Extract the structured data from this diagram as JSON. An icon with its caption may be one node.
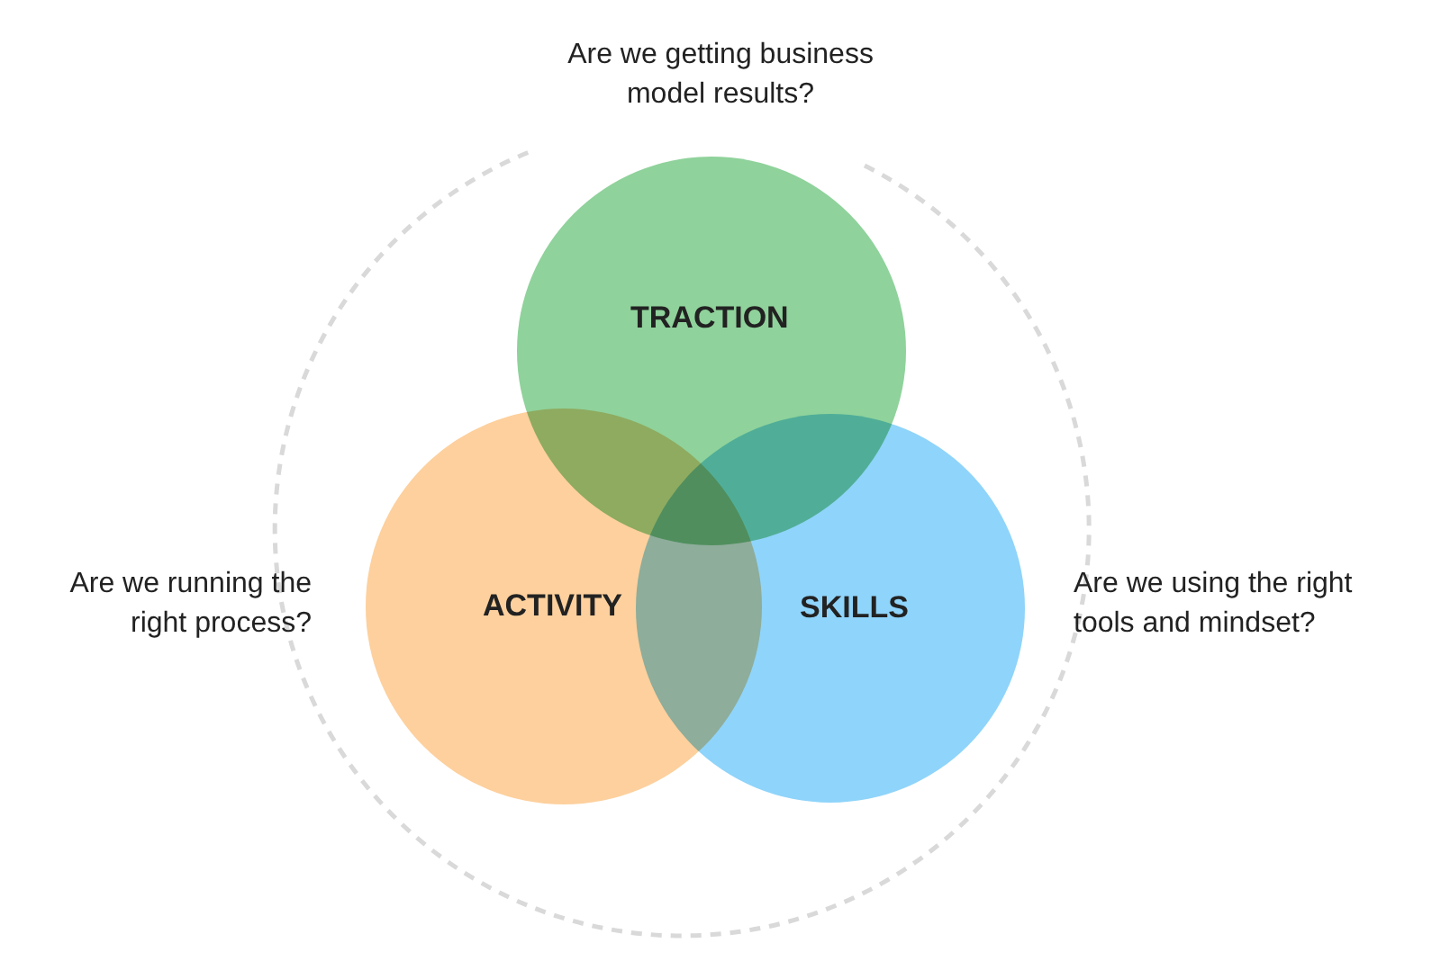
{
  "diagram": {
    "nodes": [
      {
        "text": [
          "TRACTION"
        ]
      },
      {
        "text": [
          "ACTIVITY"
        ]
      },
      {
        "text": [
          "SKILLS"
        ]
      }
    ],
    "edges": [],
    "labels": [
      "Are we getting business model results?",
      "Are we running the right process?",
      "Are we using the right tools and mindset?"
    ]
  }
}
